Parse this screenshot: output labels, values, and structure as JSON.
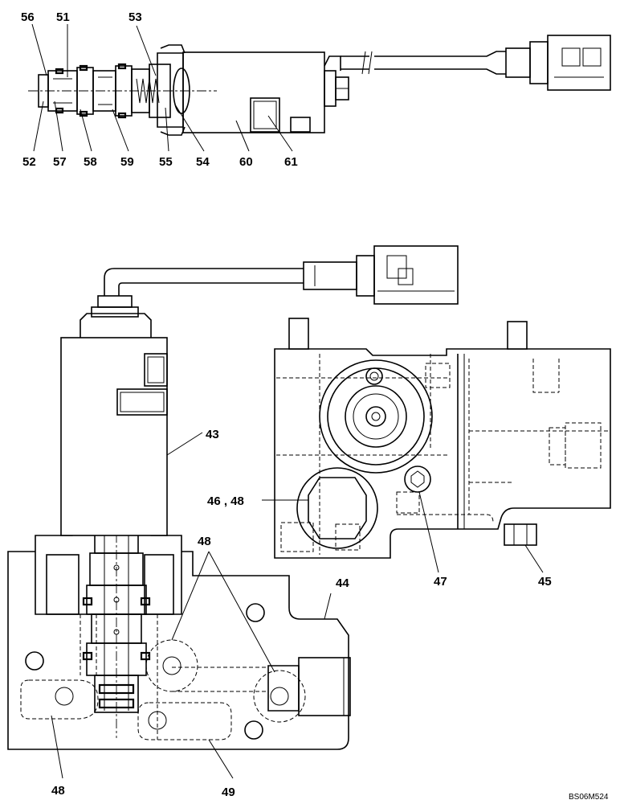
{
  "top_assembly": {
    "callouts": {
      "c56": "56",
      "c51": "51",
      "c53": "53",
      "c52": "52",
      "c57": "57",
      "c58": "58",
      "c59": "59",
      "c55": "55",
      "c54": "54",
      "c60": "60",
      "c61": "61"
    }
  },
  "valve_assembly": {
    "callouts": {
      "c43": "43",
      "c44": "44",
      "c48a": "48",
      "c48b": "48",
      "c49": "49"
    }
  },
  "block_assembly": {
    "callouts": {
      "c4648": "46 , 48",
      "c45": "45",
      "c47": "47"
    }
  },
  "reference_code": "BS06M524"
}
